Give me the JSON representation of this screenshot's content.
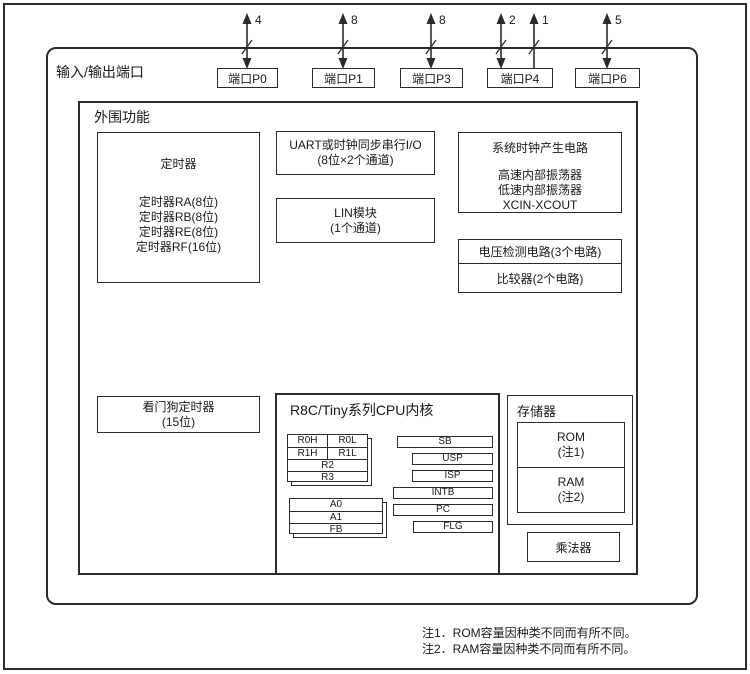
{
  "io": {
    "label": "输入/输出端口",
    "ports": [
      {
        "label": "端口P0",
        "bus": "4"
      },
      {
        "label": "端口P1",
        "bus": "8"
      },
      {
        "label": "端口P3",
        "bus": "8"
      },
      {
        "label": "端口P4",
        "bus": "2",
        "bus_extra": "1"
      },
      {
        "label": "端口P6",
        "bus": "5"
      }
    ]
  },
  "peripheral": {
    "label": "外围功能",
    "timer": {
      "title": "定时器",
      "items": [
        "定时器RA(8位)",
        "定时器RB(8位)",
        "定时器RE(8位)",
        "定时器RF(16位)"
      ]
    },
    "uart": {
      "line1": "UART或时钟同步串行I/O",
      "line2": "(8位×2个通道)"
    },
    "lin": {
      "line1": "LIN模块",
      "line2": "(1个通道)"
    },
    "clock": {
      "title": "系统时钟产生电路",
      "items": [
        "高速内部振荡器",
        "低速内部振荡器",
        "XCIN-XCOUT"
      ]
    },
    "voltage_detect": "电压检测电路(3个电路)",
    "comparator": "比较器(2个电路)",
    "watchdog": {
      "line1": "看门狗定时器",
      "line2": "(15位)"
    },
    "multiplier": "乘法器"
  },
  "cpu": {
    "title": "R8C/Tiny系列CPU内核",
    "data_registers": [
      [
        "R0H",
        "R0L"
      ],
      [
        "R1H",
        "R1L"
      ],
      [
        "R2"
      ],
      [
        "R3"
      ]
    ],
    "address_registers": [
      "A0",
      "A1",
      "FB"
    ],
    "control_registers": [
      "SB",
      "USP",
      "ISP",
      "INTB",
      "PC",
      "FLG"
    ]
  },
  "memory": {
    "label": "存储器",
    "rom": {
      "line1": "ROM",
      "line2": "(注1)"
    },
    "ram": {
      "line1": "RAM",
      "line2": "(注2)"
    }
  },
  "notes": [
    "注1．ROM容量因种类不同而有所不同。",
    "注2．RAM容量因种类不同而有所不同。"
  ],
  "colors": {
    "line": "#2b2b2b",
    "text": "#1a1a1a",
    "background": "#ffffff"
  }
}
